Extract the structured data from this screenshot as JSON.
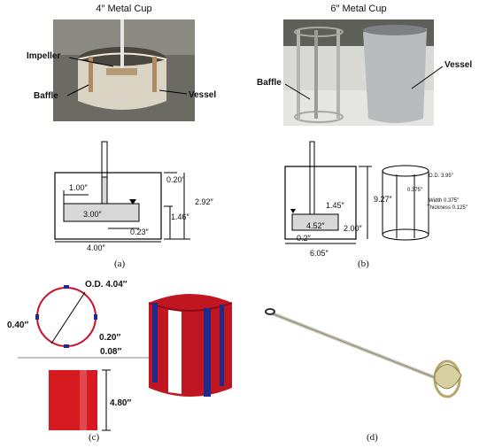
{
  "panel_a": {
    "title": "4″ Metal Cup",
    "photo_labels": {
      "impeller": "Impeller",
      "baffle": "Baffle",
      "vessel": "Vessel"
    },
    "dims": {
      "d1": "1.00″",
      "d2": "0.20″",
      "d3": "2.92″",
      "d4": "3.00″",
      "d5": "1.46″",
      "d6": "0.23″",
      "d7": "4.00″"
    },
    "caption": "(a)"
  },
  "panel_b": {
    "title": "6″ Metal Cup",
    "photo_labels": {
      "baffle": "Baffle",
      "vessel": "Vessel"
    },
    "dims": {
      "d1": "9.27″",
      "d2": "1.45″",
      "d3": "4.52″",
      "d4": "2.00″",
      "d5": "0.2″",
      "d6": "6.05″"
    },
    "cage_notes": {
      "od": "O.D. 3.95″",
      "w": "0.375″",
      "width": "Width 0.375″",
      "thickness": "Thickness 0.125″"
    },
    "caption": "(b)"
  },
  "panel_c": {
    "dims": {
      "od": "O.D. 4.04″",
      "d1": "0.40″",
      "d2": "0.20″",
      "d3": "0.08″",
      "d4": "4.80″"
    },
    "caption": "(c)"
  },
  "panel_d": {
    "caption": "(d)"
  },
  "colors": {
    "red": "#c8102e",
    "blue": "#1f2a8a",
    "steel": "#c9c4b8"
  }
}
